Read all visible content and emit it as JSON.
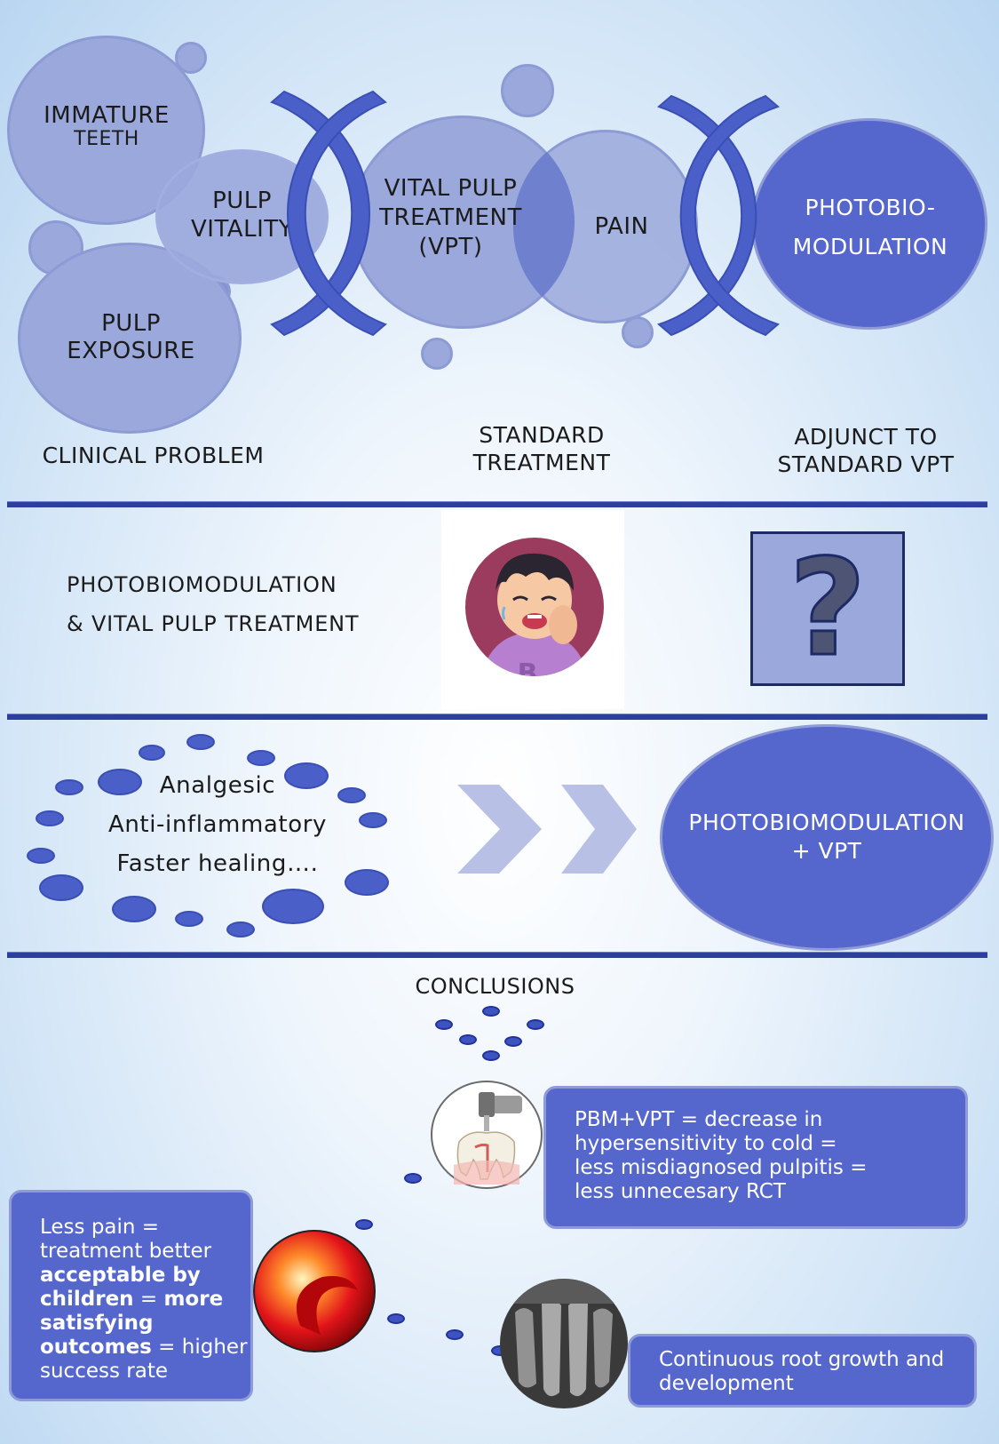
{
  "top": {
    "immature_1": "IMMATURE",
    "immature_2": "TEETH",
    "vitality_1": "PULP",
    "vitality_2": "VITALITY",
    "exposure_1": "PULP",
    "exposure_2": "EXPOSURE",
    "vpt_1": "VITAL PULP",
    "vpt_2": "TREATMENT",
    "vpt_3": "(VPT)",
    "pain": "PAIN",
    "pbm_1": "PHOTOBIO-",
    "pbm_2": "MODULATION",
    "label_clinical": "CLINICAL PROBLEM",
    "label_standard_1": "STANDARD",
    "label_standard_2": "TREATMENT",
    "label_adjunct_1": "ADJUNCT TO",
    "label_adjunct_2": "STANDARD VPT"
  },
  "middle": {
    "title_1": "PHOTOBIOMODULATION",
    "title_2": "& VITAL PULP TREATMENT",
    "shirt_letter": "B",
    "question_mark": "?"
  },
  "effects": {
    "items": [
      "Analgesic",
      "Anti-inflammatory",
      "Faster healing…."
    ],
    "result_1": "PHOTOBIOMODULATION",
    "result_2": "+ VPT"
  },
  "conclusions": {
    "title": "CONCLUSIONS",
    "box_hypersensitivity": [
      "PBM+VPT = decrease in",
      "hypersensitivity to cold =",
      "less misdiagnosed pulpitis =",
      "less unnecesary RCT"
    ],
    "box_pain": {
      "l1": "Less pain =",
      "l2": "treatment  better",
      "l3": "acceptable by",
      "l4": "children",
      "l4b": " = ",
      "l4c": "more",
      "l5": "satisfying",
      "l6": "outcomes",
      "l6b": " = higher",
      "l7": "success rate"
    },
    "box_root": [
      "Continuous root growth and",
      "development"
    ]
  },
  "colors": {
    "light_circle": "#9aa8dc",
    "dark_circle": "#5567cc",
    "accent": "#4a5fc8",
    "divider": "#2c3e9e"
  }
}
